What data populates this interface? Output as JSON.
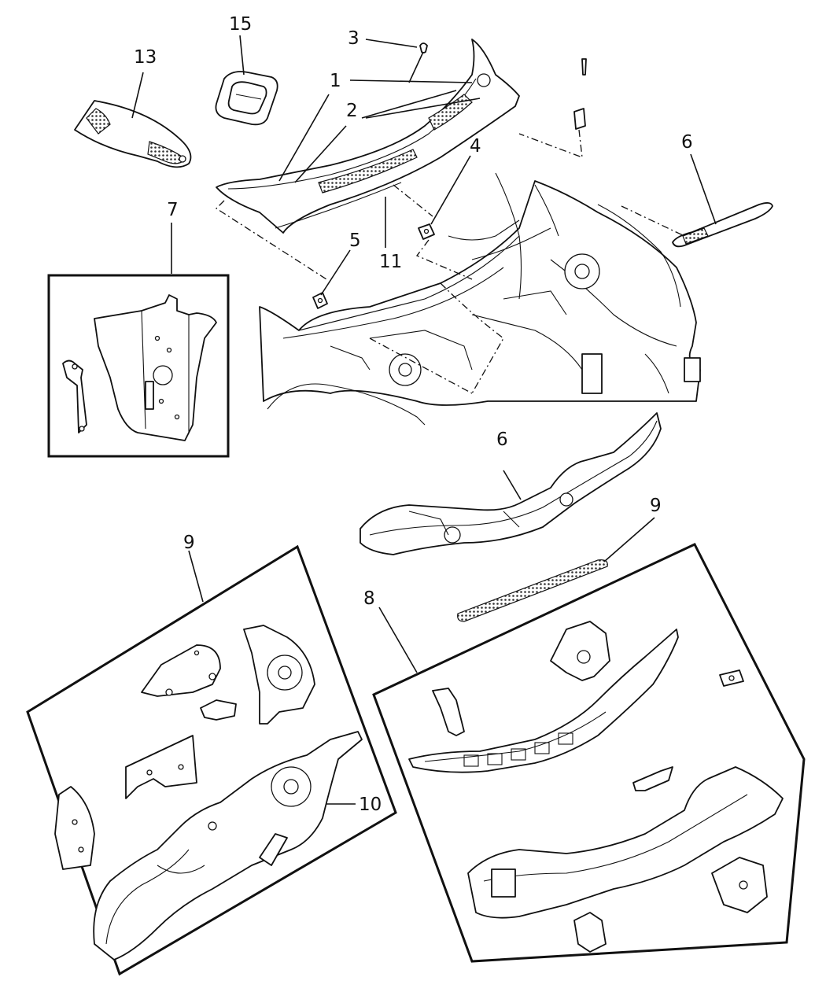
{
  "diagram": {
    "callouts": {
      "c1": "1",
      "c2": "2",
      "c3": "3",
      "c4": "4",
      "c5": "5",
      "c6a": "6",
      "c6b": "6",
      "c7": "7",
      "c8": "8",
      "c9a": "9",
      "c9b": "9",
      "c10": "10",
      "c11": "11",
      "c13": "13",
      "c15": "15"
    }
  }
}
